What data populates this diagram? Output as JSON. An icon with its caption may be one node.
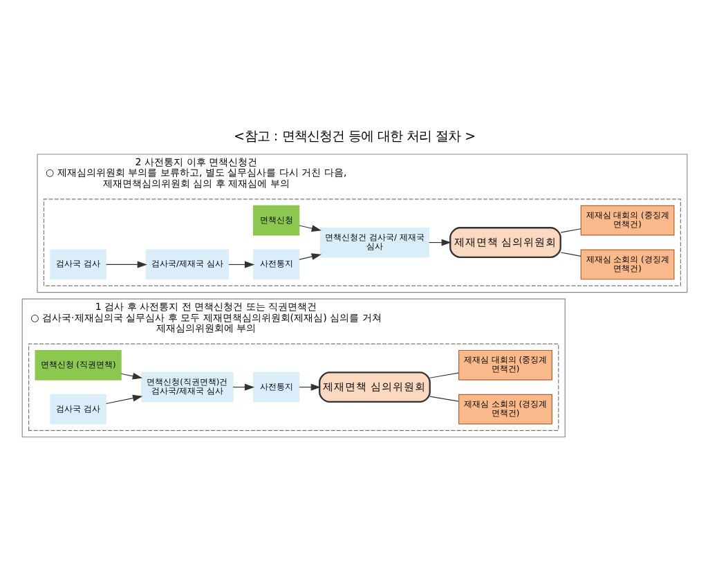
{
  "diagram": {
    "title": "<참고 : 면책신청건 등에 대한 처리 절차 >",
    "nodes": [
      {
        "text": [
          "1 검사 후 사전통지 전 면책신청건 또는 직권면책건",
          "○ 검사국·제재심의국 실무심사 후 모두 제재면책심의위원회(제재심) 심의를 거쳐 제재심의위원회에 부의"
        ]
      },
      {
        "text": [],
        "shape": "box",
        "in": 0
      },
      {
        "text": [
          "면책신청 (직권면책)"
        ],
        "in": 1
      },
      {
        "text": [
          "검사국 검사"
        ],
        "in": 1
      },
      {
        "text": [
          "면책신청(직권면책)건 검사국/제재국 심사"
        ],
        "in": 1
      },
      {
        "text": [
          "사전통지"
        ],
        "in": 1
      },
      {
        "text": [
          "제재면책 심의위원회"
        ],
        "in": 1
      },
      {
        "text": [
          "제재심 소회의 (경징계 면책건)"
        ],
        "in": 1
      },
      {
        "text": [
          "제재심 대회의 (중징계 면책건)"
        ],
        "in": 1
      },
      {
        "text": [
          "2 사전통지 이후 면책신청건",
          "○ 제재심의위원회 부의를 보류하고, 별도 실무심사를 다시 거친 다음, 제재면책심의위원회 심의 후 제재심에 부의"
        ]
      },
      {
        "text": [],
        "shape": "box",
        "in": 9
      },
      {
        "text": [
          "면책신청"
        ],
        "in": 10
      },
      {
        "text": [
          "검사국 검사"
        ],
        "in": 10
      },
      {
        "text": [
          "검사국/제재국 심사"
        ],
        "in": 10
      },
      {
        "text": [
          "사전통지"
        ],
        "in": 10
      },
      {
        "text": [
          "면책신청건 검사국/ 제재국 심사"
        ],
        "in": 10
      },
      {
        "text": [
          "제재면책 심의위원회"
        ],
        "in": 10
      },
      {
        "text": [
          "제재심 소회의 (경징계 면책건)"
        ],
        "in": 10
      },
      {
        "text": [
          "제재심 대회의 (중징계 면책건)"
        ],
        "in": 10
      }
    ],
    "edges": [
      {
        "from": 2,
        "to": 4,
        "arrow": "to"
      },
      {
        "from": 3,
        "to": 4,
        "arrow": "to"
      },
      {
        "from": 4,
        "to": 5,
        "arrow": "to"
      },
      {
        "from": 5,
        "to": 6,
        "arrow": "to"
      },
      {
        "from": 6,
        "to": 7,
        "arrow": "none"
      },
      {
        "from": 6,
        "to": 8,
        "arrow": "none"
      },
      {
        "from": 11,
        "to": 15,
        "arrow": "to"
      },
      {
        "from": 12,
        "to": 13,
        "arrow": "to"
      },
      {
        "from": 13,
        "to": 14,
        "arrow": "to"
      },
      {
        "from": 14,
        "to": 15,
        "arrow": "to"
      },
      {
        "from": 15,
        "to": 16,
        "arrow": "to"
      },
      {
        "from": 16,
        "to": 17,
        "arrow": "none"
      },
      {
        "from": 16,
        "to": 18,
        "arrow": "none"
      }
    ]
  }
}
